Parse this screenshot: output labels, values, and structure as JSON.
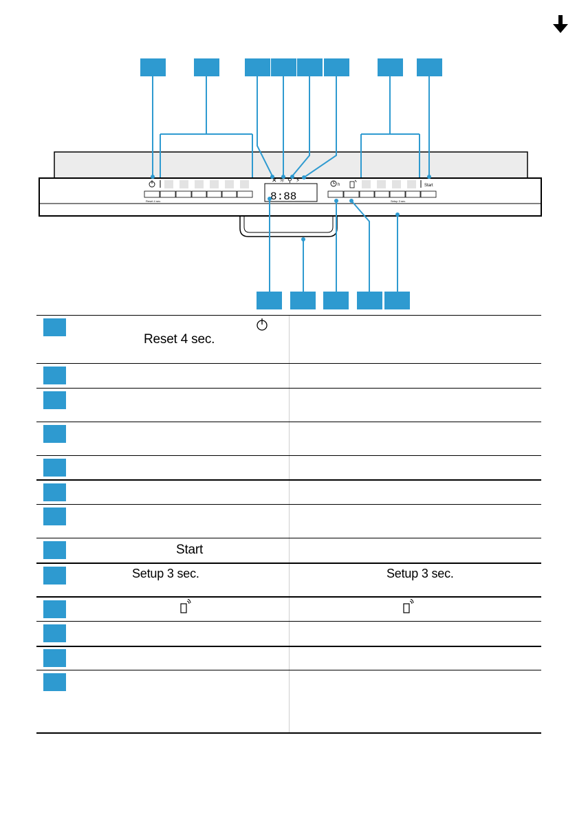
{
  "panel": {
    "reset_label": "Reset 4 sec.",
    "setup_label": "Setup 3 sec.",
    "start_label": "Start",
    "display_digits": "8:88",
    "timer_suffix": "h"
  },
  "table": {
    "rows": [
      {
        "left": "Reset 4 sec.",
        "left_icon": "power-icon",
        "right": ""
      },
      {
        "left": "",
        "right": ""
      },
      {
        "left": "",
        "right": ""
      },
      {
        "left": "",
        "right": ""
      },
      {
        "left": "",
        "right": ""
      },
      {
        "left": "",
        "right": ""
      },
      {
        "left": "",
        "right": ""
      },
      {
        "left": "Start",
        "right": ""
      },
      {
        "left": "Setup 3 sec.",
        "right": "Setup 3 sec."
      },
      {
        "left": "",
        "left_icon": "remote-start-icon",
        "right": "",
        "right_icon": "remote-start-icon"
      },
      {
        "left": "",
        "right": ""
      },
      {
        "left": "",
        "right": ""
      },
      {
        "left": "",
        "right": ""
      }
    ]
  },
  "colors": {
    "callout": "#2e9ad0",
    "panel_top": "#ececec",
    "line": "#000000"
  }
}
